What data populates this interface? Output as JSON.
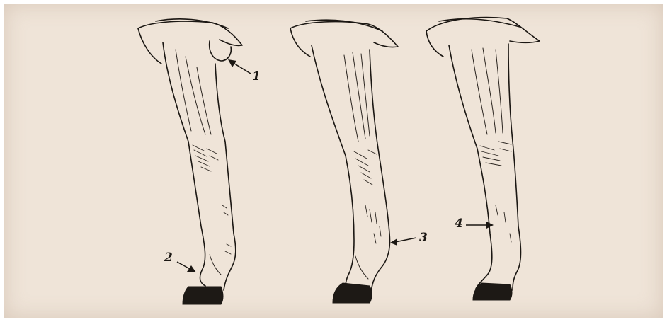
{
  "figure": {
    "callouts": [
      "1",
      "2",
      "3",
      "4"
    ],
    "colors": {
      "paper": "#efe4d8",
      "ink": "#1b1713"
    }
  }
}
